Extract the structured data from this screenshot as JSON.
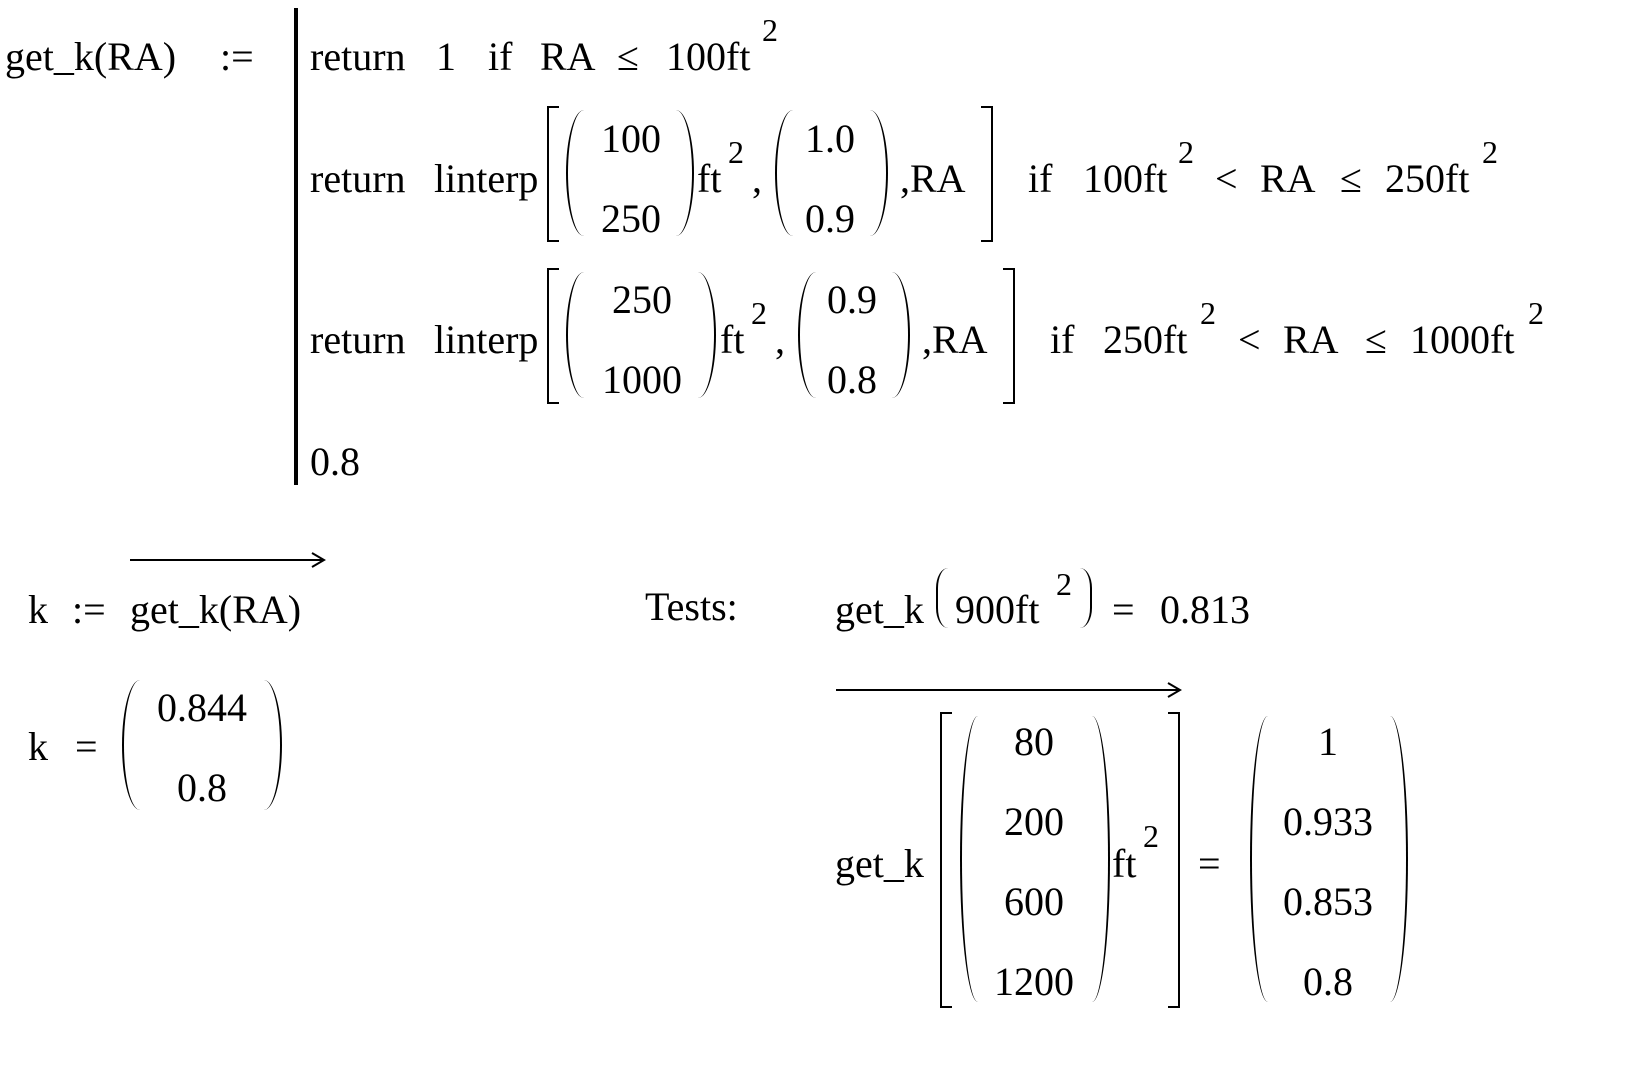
{
  "definition": {
    "lhs": "get_k(RA)",
    "assign": ":=",
    "line1": {
      "kw": "return",
      "value": "1",
      "if": "if",
      "cond_var": "RA",
      "cond_op": "≤",
      "cond_val": "100ft",
      "exp": "2"
    },
    "line2": {
      "kw": "return",
      "fn": "linterp",
      "x": [
        "100",
        "250"
      ],
      "unit": "ft",
      "exp": "2",
      "comma": ",",
      "y": [
        "1.0",
        "0.9"
      ],
      "arg": ",RA",
      "if": "if",
      "lo": "100ft",
      "op1": "<",
      "var": "RA",
      "op2": "≤",
      "hi": "250ft"
    },
    "line3": {
      "kw": "return",
      "fn": "linterp",
      "x": [
        "250",
        "1000"
      ],
      "unit": "ft",
      "exp": "2",
      "comma": ",",
      "y": [
        "0.9",
        "0.8"
      ],
      "arg": ",RA",
      "if": "if",
      "lo": "250ft",
      "op1": "<",
      "var": "RA",
      "op2": "≤",
      "hi": "1000ft"
    },
    "otherwise": "0.8"
  },
  "k_def": {
    "lhs": "k",
    "assign": ":=",
    "rhs": "get_k(RA)"
  },
  "k_eval": {
    "lhs": "k",
    "eq": "=",
    "values": [
      "0.844",
      "0.8"
    ]
  },
  "tests": {
    "label": "Tests:",
    "test1": {
      "fn": "get_k",
      "arg": "900ft",
      "exp": "2",
      "eq": "=",
      "result": "0.813"
    },
    "test2": {
      "fn": "get_k",
      "args": [
        "80",
        "200",
        "600",
        "1200"
      ],
      "unit": "ft",
      "exp": "2",
      "eq": "=",
      "results": [
        "1",
        "0.933",
        "0.853",
        "0.8"
      ]
    }
  }
}
